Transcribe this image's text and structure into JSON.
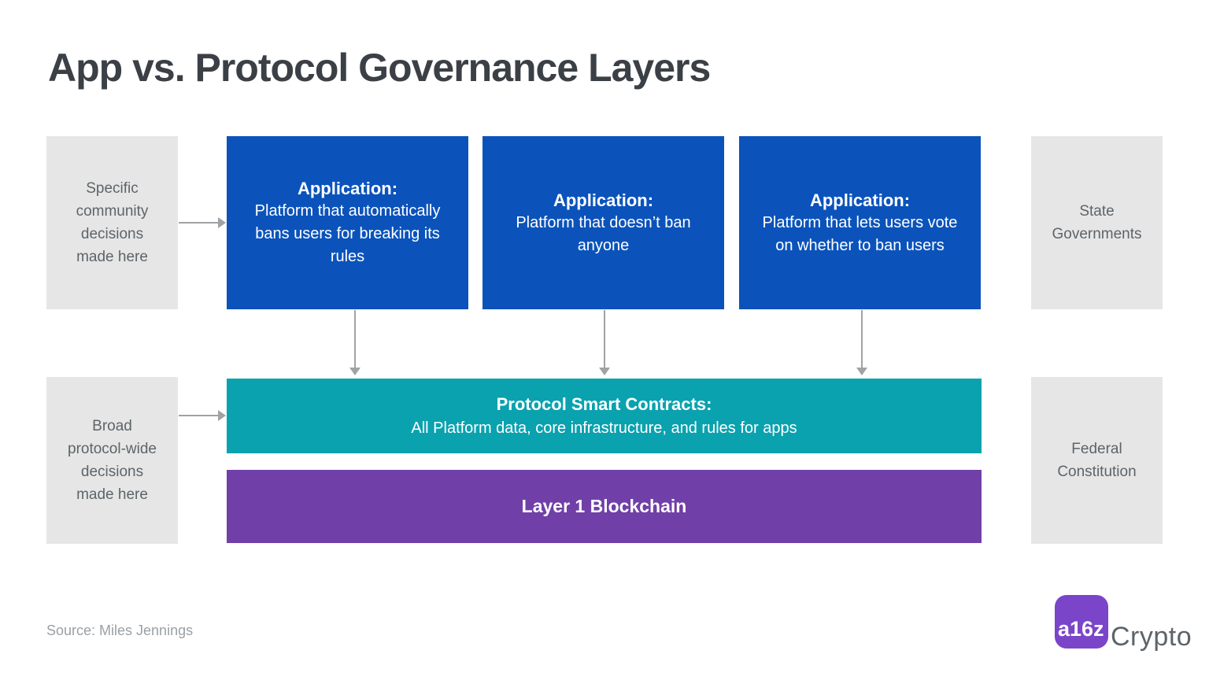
{
  "title": "App vs. Protocol Governance Layers",
  "annotations": {
    "left_top": "Specific community decisions made here",
    "left_bottom": "Broad protocol-wide decisions made here",
    "right_top": "State Governments",
    "right_bottom": "Federal Constitution"
  },
  "applications": [
    {
      "heading": "Application:",
      "body": "Platform that automatically bans users for breaking its rules"
    },
    {
      "heading": "Application:",
      "body": "Platform that doesn’t ban anyone"
    },
    {
      "heading": "Application:",
      "body": "Platform that lets users vote on whether to ban users"
    }
  ],
  "protocol": {
    "heading": "Protocol Smart Contracts:",
    "body": "All Platform data, core infrastructure, and rules for apps"
  },
  "blockchain": {
    "label": "Layer 1 Blockchain"
  },
  "footer": {
    "source": "Source: Miles Jennings"
  },
  "logo": {
    "mark": "a16z",
    "wordmark": "Crypto"
  },
  "colors": {
    "application_blue": "#0b53bb",
    "protocol_teal": "#0aa2af",
    "blockchain_purple": "#7040a8",
    "annotation_gray": "#e6e6e6",
    "logo_purple": "#7a45c9",
    "text_dark": "#3b4046",
    "text_gray": "#5d6469",
    "arrow_gray": "#a0a3a5",
    "source_gray": "#9aa0a5"
  }
}
